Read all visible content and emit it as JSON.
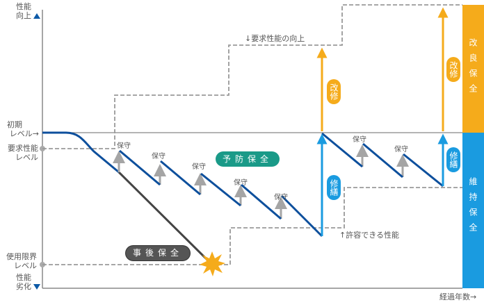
{
  "axis": {
    "y_top_label_1": "性能",
    "y_top_label_2": "向上",
    "y_bottom_label_1": "性能",
    "y_bottom_label_2": "劣化",
    "x_label": "経過年数→",
    "initial_level_1": "初期",
    "initial_level_2": "レベル→",
    "required_level_1": "要求性能",
    "required_level_2": "レベル",
    "limit_level_1": "使用限界",
    "limit_level_2": "レベル"
  },
  "annotations": {
    "required_up": "↓要求性能の向上",
    "allowable": "↑許容できる性能"
  },
  "maintenance_label": "保守",
  "maintenance_count": 7,
  "labels": {
    "preventive": "予防保全",
    "corrective": "事後保全",
    "repair_1": "修繕",
    "repair_2": "修繕",
    "renovation_1": "改修",
    "renovation_2": "改修",
    "improvement_bar": "改良保全",
    "sustain_bar": "維持保全"
  },
  "colors": {
    "performance_line": "#0d4f9c",
    "repair": "#1a9be0",
    "renovation": "#f5ab1b",
    "preventive": "#1a9a88",
    "corrective": "#555555",
    "maintenance_arrow": "#a5a5a5",
    "failure_burst": "#f5ab1b"
  }
}
